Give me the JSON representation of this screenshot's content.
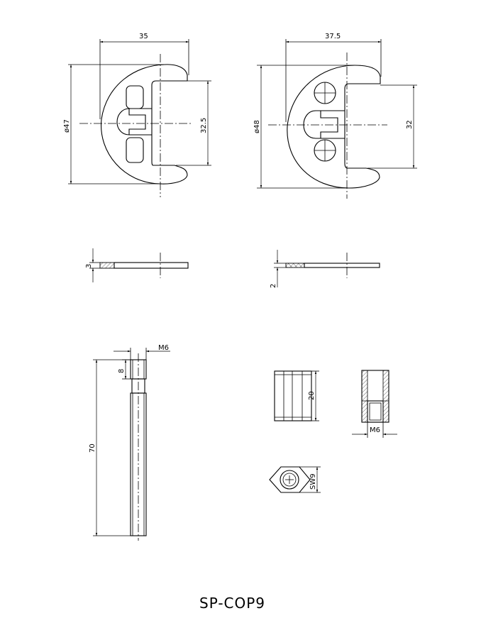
{
  "drawing_title": "SP-COP9",
  "dimensions": {
    "clip_a_width": "35",
    "clip_a_diameter": "ø47",
    "clip_a_inner": "32.5",
    "clip_b_width": "37.5",
    "clip_b_diameter": "ø48",
    "clip_b_inner": "32",
    "clip_a_thickness": "3",
    "clip_b_thickness": "2",
    "rod_thread": "M6",
    "rod_thread_length": "8",
    "rod_length": "70",
    "nut_height": "20",
    "nut_thread": "M6",
    "nut_wrench": "SW9"
  }
}
